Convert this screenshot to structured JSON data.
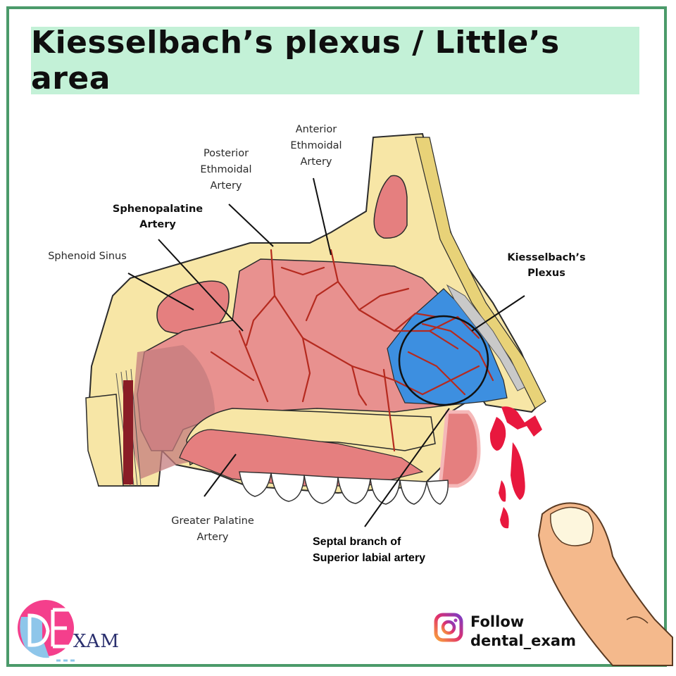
{
  "title": "Kiesselbach’s plexus / Little’s area",
  "labels": {
    "anterior_ethmoidal": [
      "Anterior",
      "Ethmoidal",
      "Artery"
    ],
    "posterior_ethmoidal": [
      "Posterior",
      "Ethmoidal",
      "Artery"
    ],
    "sphenopalatine": [
      "Sphenopalatine",
      "Artery"
    ],
    "sphenoid_sinus": "Sphenoid Sinus",
    "kiesselbach": [
      "Kiesselbach’s",
      "Plexus"
    ],
    "greater_palatine": [
      "Greater Palatine",
      "Artery"
    ],
    "septal_branch": [
      "Septal branch of",
      "Superior labial artery"
    ]
  },
  "footer": {
    "follow": "Follow",
    "handle": "dental_exam",
    "logo_text": "XAM"
  },
  "colors": {
    "frame": "#4b9a6a",
    "title_bg": "#c3f1d7",
    "bone": "#f7e6a6",
    "mucosa": "#e8918f",
    "artery": "#b52a1f",
    "plexus": "#3d8fe0",
    "blood": "#e8183e"
  }
}
